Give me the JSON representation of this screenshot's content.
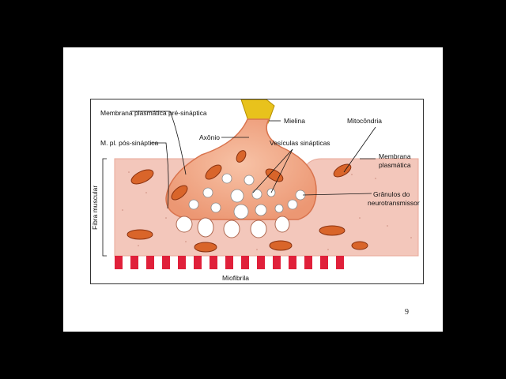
{
  "slide": {
    "page_number": "9"
  },
  "diagram": {
    "labels": {
      "presynaptic_membrane": "Membrana plasmática pré-sináptica",
      "axon": "Axônio",
      "postsynaptic_membrane": "M. pl. pós-sináptica",
      "myelin": "Mielina",
      "mitochondrion": "Mitocôndria",
      "synaptic_vesicles": "Vesículas sinápticas",
      "plasma_membrane_1": "Membrana",
      "plasma_membrane_2": "plasmática",
      "neurotransmitter_granules_1": "Grânulos do",
      "neurotransmitter_granules_2": "neurotransmissor",
      "muscle_fiber": "Fibra muscular",
      "myofibril": "Miofibrila"
    },
    "colors": {
      "muscle_fiber": "#f3c7bb",
      "terminal": "#f0a585",
      "terminal_edge": "#d9744e",
      "myelin": "#e8c21c",
      "mitochondria": "#d9652a",
      "myofibril_band": "#e0203a",
      "vesicle": "#ffffff"
    }
  }
}
